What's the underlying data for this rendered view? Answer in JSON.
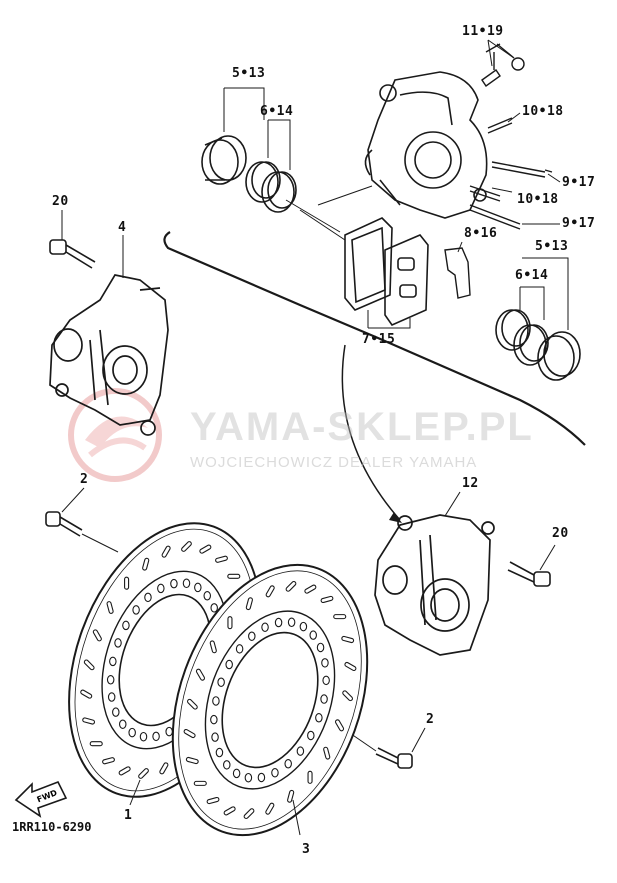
{
  "watermark": {
    "title": "YAMA-SKLEP.PL",
    "subtitle": "WOJCIECHOWICZ DEALER YAMAHA",
    "logo_color": "#e8a0a0"
  },
  "diagram_code": "1RR110-6290",
  "fwd_label": "FWD",
  "callouts": {
    "c11_19": "11•19",
    "c5_13_top": "5•13",
    "c6_14_top": "6•14",
    "c10_18_a": "10•18",
    "c10_18_b": "10•18",
    "c9_17_a": "9•17",
    "c9_17_b": "9•17",
    "c8_16": "8•16",
    "c5_13_right": "5•13",
    "c6_14_right": "6•14",
    "c7_15": "7•15",
    "c20_left": "20",
    "c4": "4",
    "c12": "12",
    "c20_right": "20",
    "c2_left": "2",
    "c2_right": "2",
    "c1": "1",
    "c3": "3"
  },
  "colors": {
    "line": "#1a1a1a",
    "paper": "#ffffff"
  }
}
